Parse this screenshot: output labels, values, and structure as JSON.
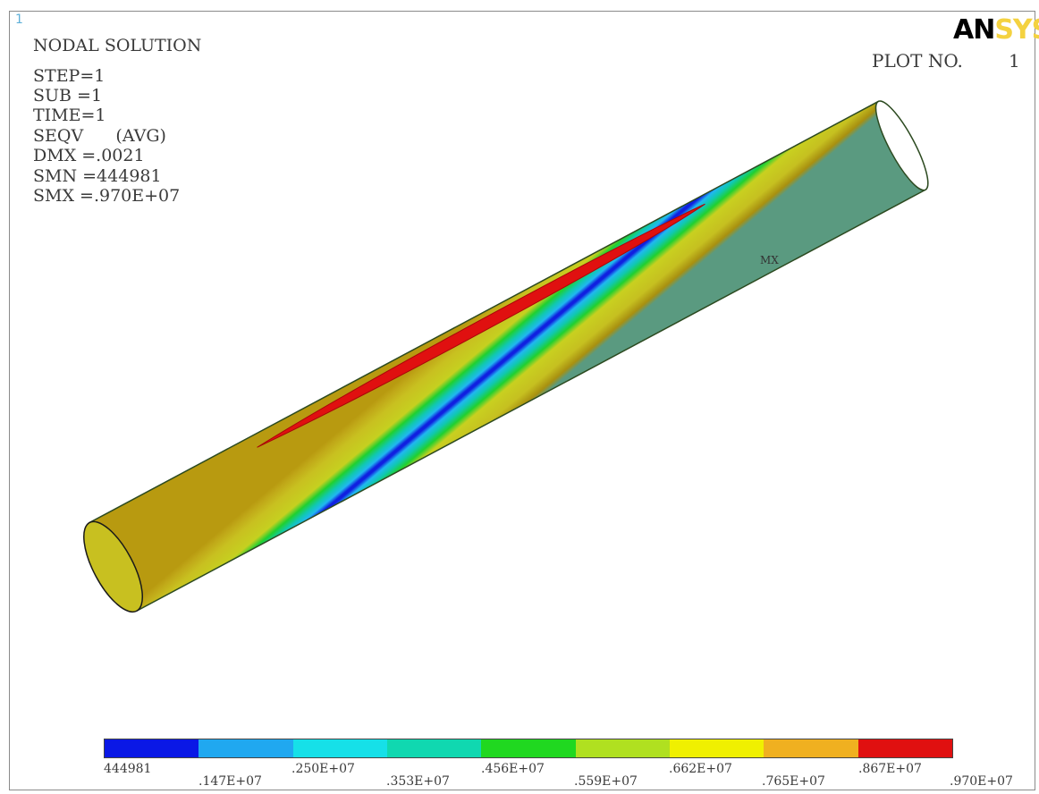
{
  "window_number": "1",
  "header": {
    "lines": [
      "NODAL SOLUTION",
      "STEP=1",
      "SUB =1",
      "TIME=1",
      "SEQV      (AVG)",
      "DMX =.0021",
      "SMN =444981",
      "SMX =.970E+07"
    ]
  },
  "logo": {
    "part_a": "AN",
    "part_b": "SYS"
  },
  "plot": {
    "label": "PLOT NO.",
    "number": "1"
  },
  "marker": "MX",
  "legend": {
    "colors": [
      "#0a18e6",
      "#20a8f0",
      "#16e0e8",
      "#10d8b0",
      "#20d820",
      "#b0e020",
      "#f0f000",
      "#f0b020",
      "#e01010"
    ],
    "ticks_bottom": [
      "444981",
      ".250E+07",
      ".456E+07",
      ".662E+07",
      ".867E+07"
    ],
    "ticks_top": [
      ".147E+07",
      ".353E+07",
      ".559E+07",
      ".765E+07",
      ".970E+07"
    ]
  }
}
